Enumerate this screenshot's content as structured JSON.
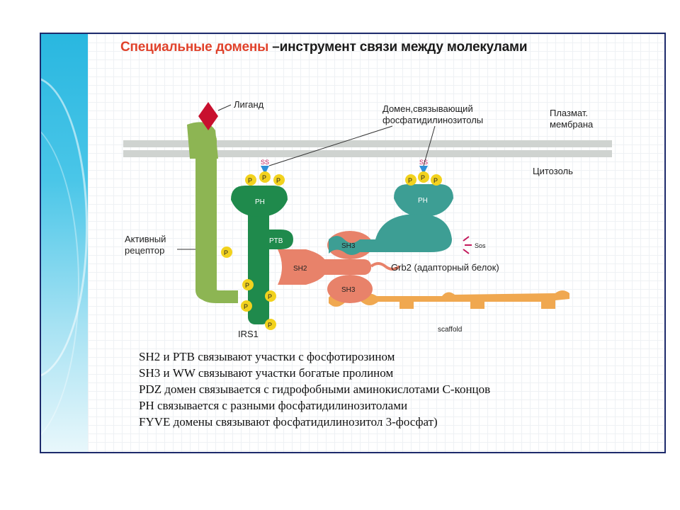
{
  "slide": {
    "title_accent": "Специальные домены",
    "title_rest": " –инструмент связи между молекулами"
  },
  "diagram": {
    "ligand": "Лиганд",
    "lipid_domain_line1": "Домен,связывающий",
    "lipid_domain_line2": "фосфатидилинозитолы",
    "membrane_line1": "Плазмат.",
    "membrane_line2": "мембрана",
    "cytosol": "Цитозоль",
    "active_receptor_line1": "Активный",
    "active_receptor_line2": "рецептор",
    "irs1": "IRS1",
    "grb2": "Grb2 (адапторный белок)",
    "sos": "Sos",
    "scaffold": "scaffold",
    "ph": "PH",
    "ptb": "PTB",
    "sh2": "SH2",
    "sh3": "SH3",
    "p": "P",
    "ss": "SS"
  },
  "bullets": [
    "SH2 и PTB связывают участки с фосфотирозином",
    "SH3 и WW связывают участки богатые пролином",
    "PDZ домен связывается с гидрофобными  аминокислотами  С-концов",
    "PH  связывается с разными фосфатидилинозитолами",
    "FYVE домены связывают фосфатидилинозитол 3-фосфат)"
  ],
  "colors": {
    "title_accent": "#e0422b",
    "receptor": "#8db553",
    "irs1": "#1f8a4c",
    "ph_domain": "#3d9e94",
    "grb2": "#e8826a",
    "scaffold": "#f0a850",
    "phosphate": "#f2d21e",
    "ligand": "#c8102e",
    "membrane": "#cfd3d0"
  }
}
